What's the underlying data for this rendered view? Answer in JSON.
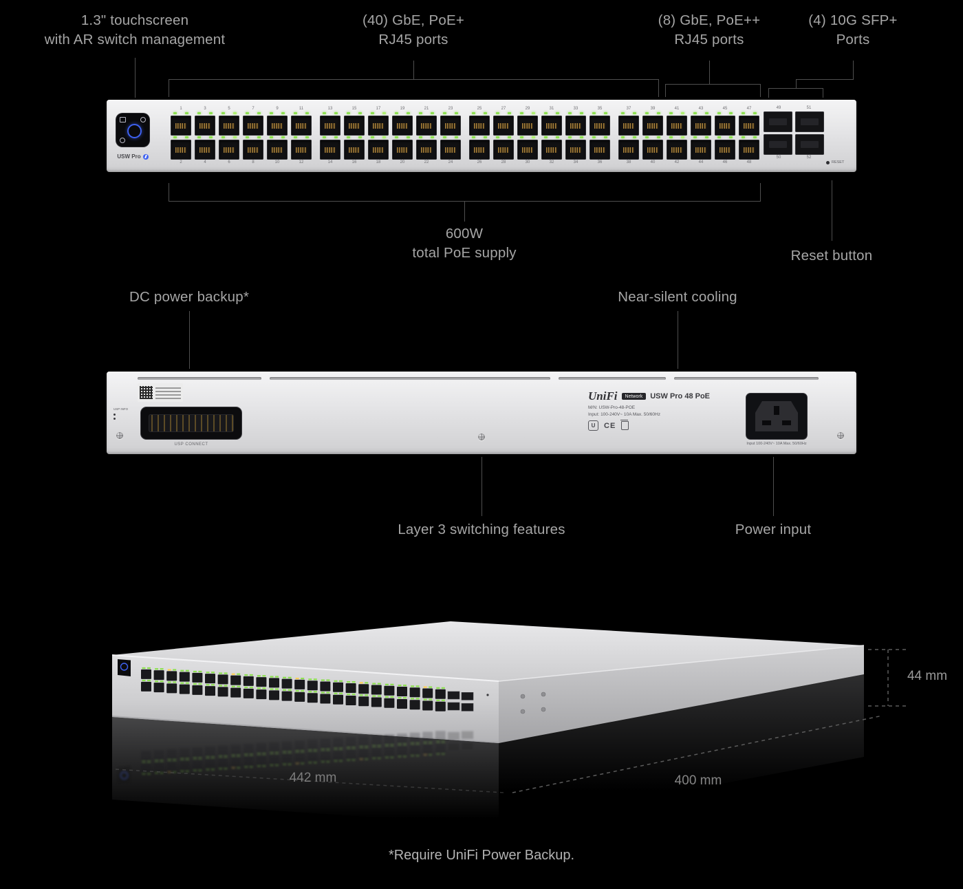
{
  "colors": {
    "background": "#000000",
    "label_text": "#a6a6a6",
    "dim_text": "#8d8d8d",
    "callout_line": "#4f4f4f",
    "chassis_silver": "#dcdcde",
    "led_green": "#8ce04e",
    "led_amber": "#ffd054",
    "accent_blue": "#3f62f2"
  },
  "front_view": {
    "callout_touchscreen": "1.3\" touchscreen\nwith AR switch management",
    "callout_gbe40": "(40) GbE, PoE+\nRJ45 ports",
    "callout_gbe8": "(8) GbE, PoE++\nRJ45 ports",
    "callout_sfp": "(4) 10G SFP+\nPorts",
    "callout_poe": "600W\ntotal PoE supply",
    "callout_reset": "Reset button",
    "device": {
      "model_label": "USW Pro",
      "reset_label": "RESET",
      "port_count": 48,
      "port_columns": 24,
      "port_groups": 4,
      "sfp_labels_top": [
        "49",
        "51"
      ],
      "sfp_labels_bottom": [
        "50",
        "52"
      ]
    }
  },
  "rear_view": {
    "callout_dc_backup": "DC power backup*",
    "callout_cooling": "Near-silent cooling",
    "callout_layer3": "Layer 3 switching features",
    "callout_power": "Power input",
    "device": {
      "usp_info_label": "USP INFO",
      "usp_connect_label": "USP CONNECT",
      "brand": "UniFi",
      "brand_badge": "Network",
      "model": "USW Pro 48 PoE",
      "model_number_line": "M/N: USW-Pro-48-POE",
      "input_line": "Input: 100-240V~ 10A Max. 50/60Hz",
      "ul_mark": "U",
      "ce_mark": "CE",
      "power_inlet_label": "Input 100-240V~ 10A Max. 50/60Hz"
    }
  },
  "perspective_view": {
    "dim_height": "44 mm",
    "dim_width": "442 mm",
    "dim_depth": "400 mm"
  },
  "footnote": "*Require UniFi Power Backup."
}
